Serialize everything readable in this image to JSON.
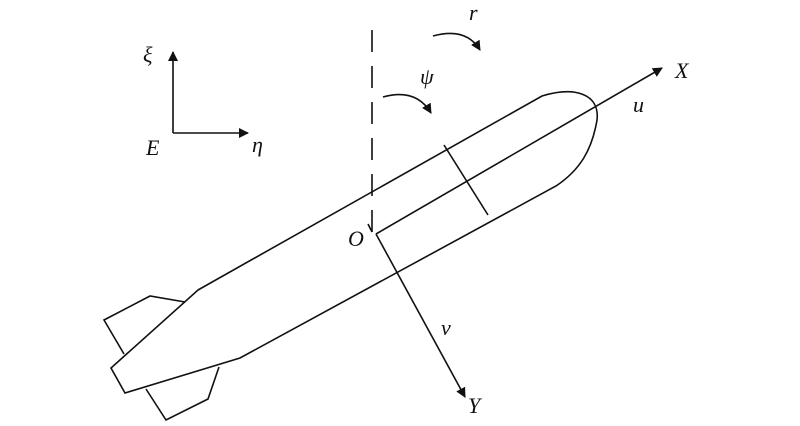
{
  "figure": {
    "inertial_frame": {
      "origin_label": "E",
      "east_axis_label": "η",
      "north_axis_label": "ξ"
    },
    "body_frame": {
      "origin_label": "O",
      "x_axis_label": "X",
      "y_axis_label": "Y"
    },
    "velocity_labels": {
      "surge": "u",
      "sway": "v"
    },
    "angle_labels": {
      "heading": "ψ",
      "yaw_rate": "r"
    },
    "colors": {
      "stroke": "#111111",
      "background": "#ffffff"
    }
  }
}
